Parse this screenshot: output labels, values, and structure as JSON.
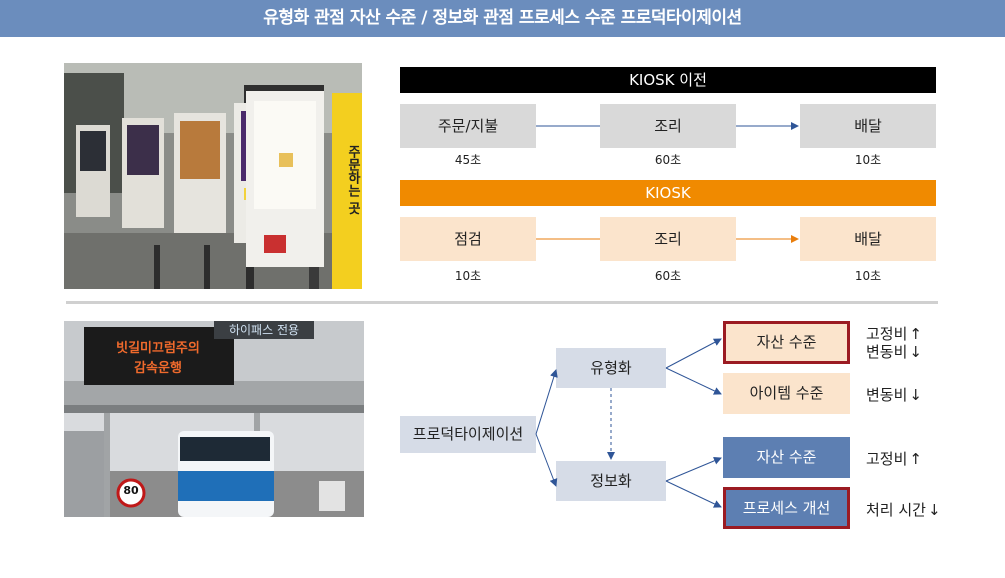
{
  "title": "유형화 관점 자산 수준 / 정보화 관점 프로세스 수준 프로덕타이제이션",
  "kiosk_before": {
    "header": "KIOSK 이전",
    "steps": [
      {
        "label": "주문/지불",
        "time": "45초"
      },
      {
        "label": "조리",
        "time": "60초"
      },
      {
        "label": "배달",
        "time": "10초"
      }
    ]
  },
  "kiosk_after": {
    "header": "KIOSK",
    "steps": [
      {
        "label": "점검",
        "time": "10초"
      },
      {
        "label": "조리",
        "time": "60초"
      },
      {
        "label": "배달",
        "time": "10초"
      }
    ]
  },
  "tree": {
    "root": "프로덕타이제이션",
    "typing": "유형화",
    "info": "정보화",
    "typing_asset": "자산 수준",
    "typing_item": "아이템 수준",
    "info_asset": "자산 수준",
    "info_process": "프로세스 개선"
  },
  "notes": {
    "fixed_cost": "고정비",
    "variable_cost": "변동비",
    "processing_time": "처리 시간",
    "up_arrow": "↑",
    "down_arrow": "↓"
  },
  "photos": {
    "kiosk_sign": "주문하는 곳",
    "hipass_sign": "하이패스 전용",
    "led_line1": "빗길미끄럼주의",
    "led_line2": "감속운행",
    "speed_limit": "80"
  },
  "colors": {
    "title_bg": "#6b8dbd",
    "black_bar": "#000000",
    "orange_bar": "#f08a00",
    "gray_box": "#d9d9d9",
    "peach_box": "#fbe4cc",
    "light_blue_box": "#d6dce7",
    "blue_box": "#5d7fb2",
    "red_border": "#9b1b22"
  }
}
